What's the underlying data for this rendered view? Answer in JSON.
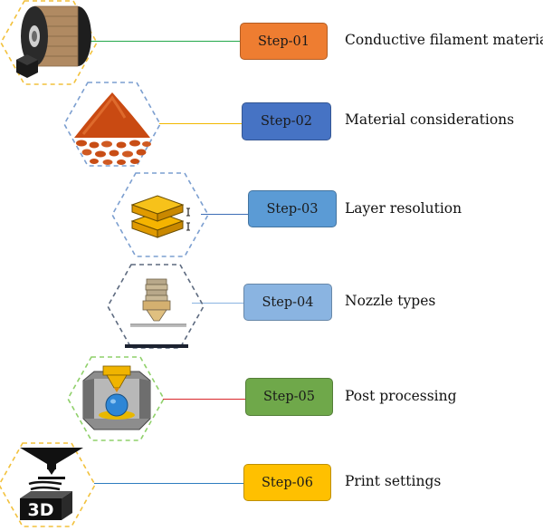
{
  "steps": [
    {
      "step": "Step-01",
      "title": "Conductive filament material",
      "color": "#EE7D31",
      "line_color": "#22A84A",
      "hex_color": "#F2C13C",
      "icon": "filament-spool-icon"
    },
    {
      "step": "Step-02",
      "title": "Material considerations",
      "color": "#4673C4",
      "line_color": "#F2B800",
      "hex_color": "#7C9FD0",
      "icon": "powder-pile-icon"
    },
    {
      "step": "Step-03",
      "title": "Layer resolution",
      "color": "#5B9BD5",
      "line_color": "#3E6EB6",
      "hex_color": "#7C9FD0",
      "icon": "layer-stack-icon"
    },
    {
      "step": "Step-04",
      "title": "Nozzle types",
      "color": "#8AB4E1",
      "line_color": "#8AB4E1",
      "hex_color": "#5D6A7F",
      "icon": "nozzle-icon"
    },
    {
      "step": "Step-05",
      "title": "Post processing",
      "color": "#6FA84A",
      "line_color": "#D9262B",
      "hex_color": "#8FD06A",
      "icon": "print-chamber-icon"
    },
    {
      "step": "Step-06",
      "title": "Print settings",
      "color": "#FFC000",
      "line_color": "#2E7DC0",
      "hex_color": "#F2C13C",
      "icon": "3d-printer-icon"
    }
  ]
}
